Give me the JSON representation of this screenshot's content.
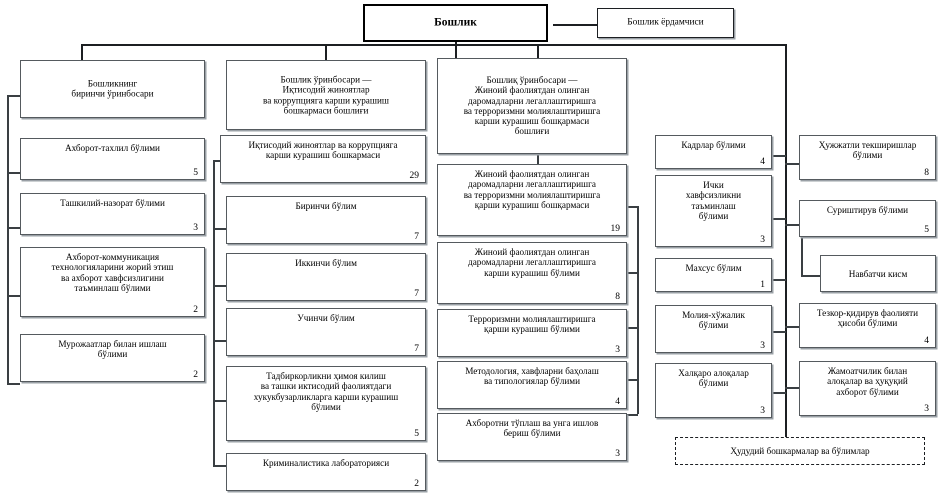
{
  "meta": {
    "language": "uz-Cyrl",
    "diagram_type": "organizational-chart",
    "accent_color": "#1c1f22",
    "box_border_color": "#555a5e",
    "background": "#ffffff"
  },
  "root": {
    "label": "Бошлик",
    "assistant": "Бошлик ёрдамчиси"
  },
  "branch1": {
    "head": "Бошликнинг\nбиринчи ўринбосари",
    "units": [
      {
        "label": "Ахборот-тахлил бўлими",
        "count": "5"
      },
      {
        "label": "Ташкилий-назорат бўлими",
        "count": "3"
      },
      {
        "label": "Ахборот-коммуникация\nтехнологияларини жорий этиш\nва ахборот хавфсизлигини\nтаъминлаш бўлими",
        "count": "2"
      },
      {
        "label": "Мурожаатлар билан ишлаш\nбўлими",
        "count": "2"
      }
    ]
  },
  "branch2": {
    "head": "Бошлик ўринбосари —\nИқтисодий жиноятлар\nва коррупцияга карши курашиш\nбошкармаси бошлиғи",
    "units": [
      {
        "label": "Иқтисодий жиноятлар ва коррупцияга\nкарши курашиш бошкармаси",
        "count": "29"
      },
      {
        "label": "Биринчи бўлим",
        "count": "7"
      },
      {
        "label": "Иккинчи бўлим",
        "count": "7"
      },
      {
        "label": "Учинчи бўлим",
        "count": "7"
      },
      {
        "label": "Тадбиркорликни ҳимоя килиш\nва ташки иктисодий фаолиятдаги\nхукукбузарликларга карши курашиш\nбўлими",
        "count": "5"
      },
      {
        "label": "Криминалистика лабораторияси",
        "count": "2"
      }
    ]
  },
  "branch3": {
    "head": "Бошлиқ ўринбосари —\nЖиноий фаолиятдан олинган\nдаромадларни легаллаштиришга\nва терроризмни молиялаштиришга\nкарши курашиш бошқармаси\nбошлиғи",
    "units": [
      {
        "label": "Жиноий фаолиятдан олинган\nдаромадларни легаллаштиришга\nва терроризмни молиялаштиришга\nқарши курашиш бошқармаси",
        "count": "19"
      },
      {
        "label": "Жиноий фаолиятдан олинган\nдаромадларни легаллаштиришга\nкарши курашиш бўлими",
        "count": "8"
      },
      {
        "label": "Терроризмни молиялаштиришга\nқарши курашиш бўлими",
        "count": "3"
      },
      {
        "label": "Методология, хавфларни баҳолаш\nва типологиялар бўлими",
        "count": "4"
      },
      {
        "label": "Ахборотни тўплаш ва унга ишлов\nбериш бўлими",
        "count": "3"
      }
    ]
  },
  "branch4": {
    "units": [
      {
        "label": "Кадрлар бўлими",
        "count": "4"
      },
      {
        "label": "Ички\nхавфсизликни\nтаъминлаш\nбўлими",
        "count": "3"
      },
      {
        "label": "Махсус бўлим",
        "count": "1"
      },
      {
        "label": "Молия-хўжалик\nбўлими",
        "count": "3"
      },
      {
        "label": "Халқаро алоқалар\nбўлими",
        "count": "3"
      }
    ]
  },
  "branch5": {
    "units": [
      {
        "label": "Ҳужжатли текширишлар\nбўлими",
        "count": "8"
      },
      {
        "label": "Суриштирув бўлими",
        "count": "5"
      },
      {
        "label": "Навбатчи кисм",
        "count": ""
      },
      {
        "label": "Тезкор-қидирув фаолияти\nҳисоби бўлими",
        "count": "4"
      },
      {
        "label": "Жамоатчилик билан\nалоқалар ва ҳуқуқий\nахборот бўлими",
        "count": "3"
      }
    ]
  },
  "footer": {
    "label": "Ҳудудий бошкармалар ва бўлимлар"
  }
}
